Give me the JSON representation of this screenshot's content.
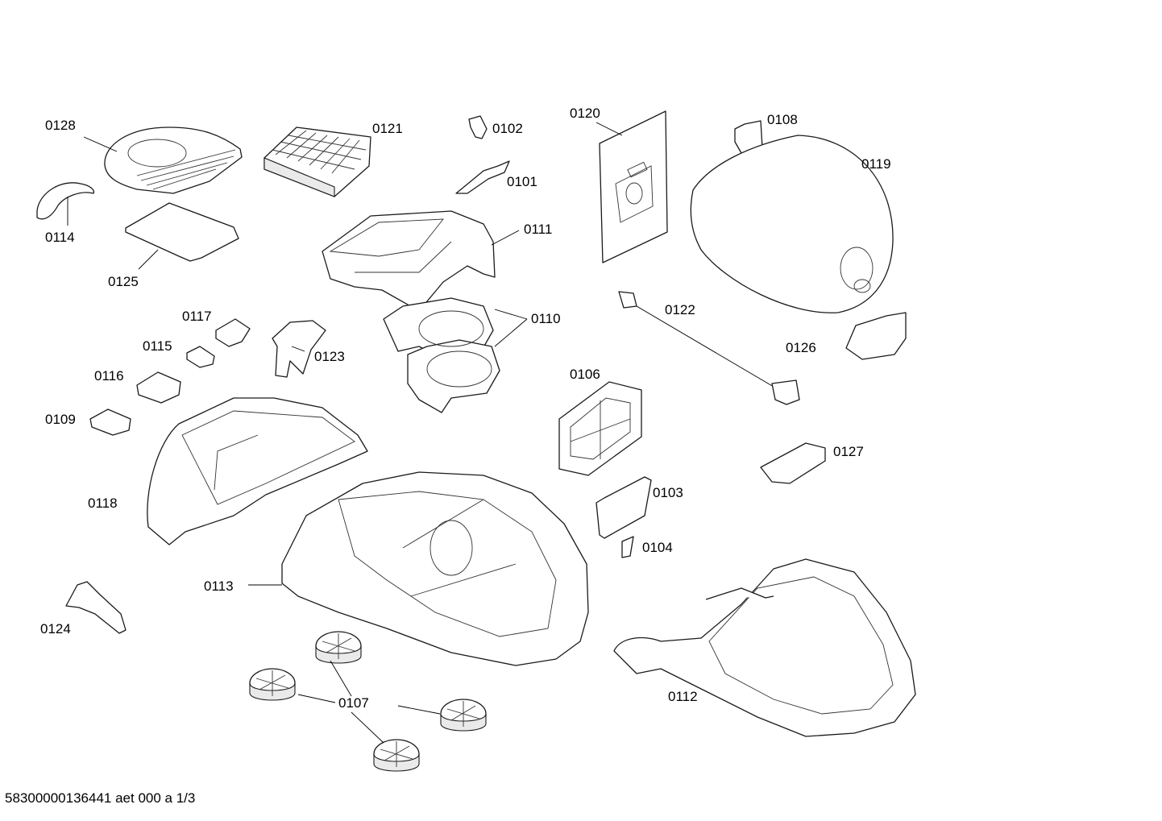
{
  "footer": {
    "document_code": "58300000136441 aet 000 a 1/3"
  },
  "parts": {
    "p0101": "0101",
    "p0102": "0102",
    "p0103": "0103",
    "p0104": "0104",
    "p0106": "0106",
    "p0107": "0107",
    "p0108": "0108",
    "p0109": "0109",
    "p0110": "0110",
    "p0111": "0111",
    "p0112": "0112",
    "p0113": "0113",
    "p0114": "0114",
    "p0115": "0115",
    "p0116": "0116",
    "p0117": "0117",
    "p0118": "0118",
    "p0119": "0119",
    "p0120": "0120",
    "p0121": "0121",
    "p0122": "0122",
    "p0123": "0123",
    "p0124": "0124",
    "p0125": "0125",
    "p0126": "0126",
    "p0127": "0127",
    "p0128": "0128"
  }
}
